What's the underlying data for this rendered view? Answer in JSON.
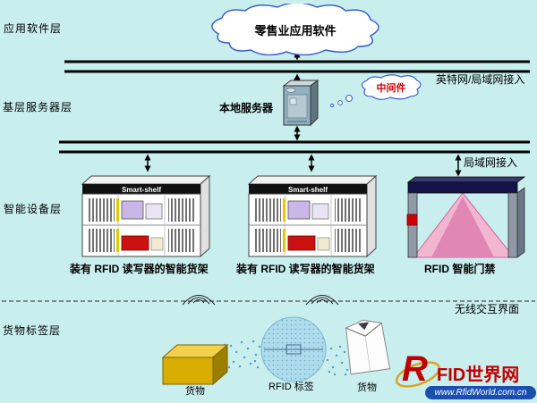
{
  "layer_labels": {
    "application": "应用软件层",
    "server": "基层服务器层",
    "device": "智能设备层",
    "goods": "货物标签层"
  },
  "nodes": {
    "retail_app": "零售业应用软件",
    "middleware": "中间件",
    "local_server": "本地服务器",
    "smart_shelf_title": "Smart-shelf",
    "shelf_caption_1": "装有 RFID 读写器的智能货架",
    "shelf_caption_2": "装有 RFID 读写器的智能货架",
    "door_caption": "RFID 智能门禁",
    "goods_box": "货物",
    "rfid_tag": "RFID 标签",
    "goods_shirt": "货物"
  },
  "annotations": {
    "internet_access": "英特网/局域网接入",
    "lan_access": "局域网接入",
    "wireless_interface": "无线交互界面"
  },
  "logo": {
    "letter": "R",
    "name": "FID世界网",
    "url": "www.RfidWorld.com.cn"
  },
  "colors": {
    "background": "#c9eeee",
    "beam_pink": "#f2b6d0",
    "box_yellow": "#d9ae00",
    "accent_red": "#cc1111",
    "logo_red": "#c00000",
    "logo_blue": "#1a4fae"
  }
}
